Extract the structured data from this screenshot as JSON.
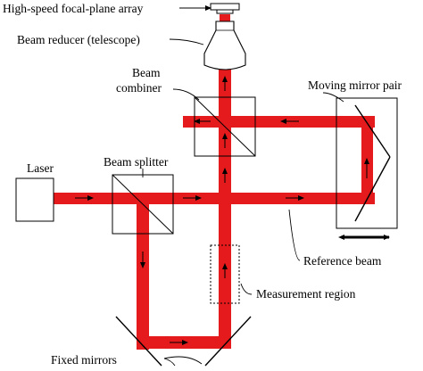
{
  "labels": {
    "focal_plane_array": "High-speed focal-plane array",
    "beam_reducer": "Beam reducer (telescope)",
    "beam_combiner_line1": "Beam",
    "beam_combiner_line2": "combiner",
    "moving_mirror_pair": "Moving mirror pair",
    "laser": "Laser",
    "beam_splitter": "Beam splitter",
    "reference_beam": "Reference beam",
    "measurement_region": "Measurement region",
    "fixed_mirrors": "Fixed mirrors"
  },
  "colors": {
    "beam": "#e41a1c",
    "line": "#000000",
    "background": "#ffffff"
  }
}
